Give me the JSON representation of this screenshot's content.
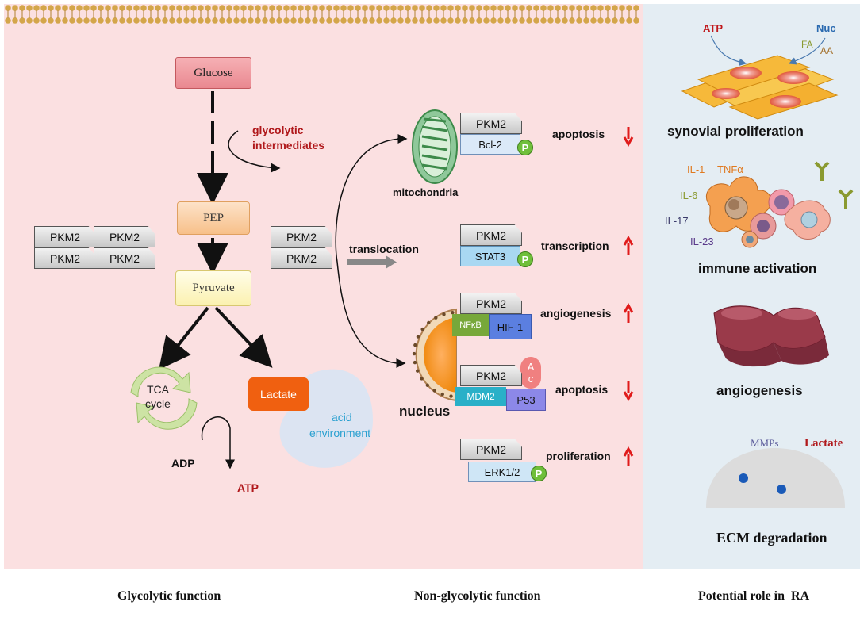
{
  "pathway": {
    "glucose": "Glucose",
    "glycolytic_intermediates_line1": "glycolytic",
    "glycolytic_intermediates_line2": "intermediates",
    "pep": "PEP",
    "pyruvate": "Pyruvate",
    "tca_line1": "TCA",
    "tca_line2": "cycle",
    "lactate": "Lactate",
    "acid_line1": "acid",
    "acid_line2": "environment",
    "adp": "ADP",
    "atp": "ATP"
  },
  "tetramer": [
    "PKM2",
    "PKM2",
    "PKM2",
    "PKM2"
  ],
  "dimer": [
    "PKM2",
    "PKM2"
  ],
  "translocation": "translocation",
  "mitochondria": "mitochondria",
  "nucleus": "nucleus",
  "complexes": [
    {
      "pkm2": "PKM2",
      "partner": "Bcl-2",
      "mod": "P",
      "effect": "apoptosis",
      "direction": "down"
    },
    {
      "pkm2": "PKM2",
      "partner": "STAT3",
      "mod": "P",
      "effect": "transcription",
      "direction": "up"
    },
    {
      "pkm2": "PKM2",
      "partner_a": "NFκB",
      "partner_b": "HIF-1",
      "effect": "angiogenesis",
      "direction": "up"
    },
    {
      "pkm2": "PKM2",
      "partner_a": "MDM2",
      "partner_b": "P53",
      "mod_line1": "A",
      "mod_line2": "c",
      "effect": "apoptosis",
      "direction": "down"
    },
    {
      "pkm2": "PKM2",
      "partner": "ERK1/2",
      "mod": "P",
      "effect": "proliferation",
      "direction": "up"
    }
  ],
  "ra": {
    "atp": "ATP",
    "nuc": "Nuc",
    "fa": "FA",
    "aa": "AA",
    "synovial": "synovial proliferation",
    "il1": "IL-1",
    "tnfa": "TNFα",
    "il6": "IL-6",
    "il17": "IL-17",
    "il23": "IL-23",
    "immune": "immune activation",
    "angiogenesis": "angiogenesis",
    "mmps": "MMPs",
    "lactate": "Lactate",
    "ecm": "ECM degradation"
  },
  "captions": {
    "glycolytic": "Glycolytic function",
    "non_glycolytic": "Non-glycolytic function",
    "potential": "Potential role in  RA"
  },
  "colors": {
    "panel_pink": "#fbe0e1",
    "panel_blue": "#e4edf3",
    "membrane_gold": "#d4a64a",
    "dark_red_text": "#b0181b",
    "arrow_red": "#e01b1b",
    "lactate_orange": "#f06010",
    "nfkb_green": "#77a83a",
    "hif_blue": "#5b7fe0",
    "mdm2_teal": "#2ab0c8",
    "p53_purple": "#8c88e8"
  }
}
